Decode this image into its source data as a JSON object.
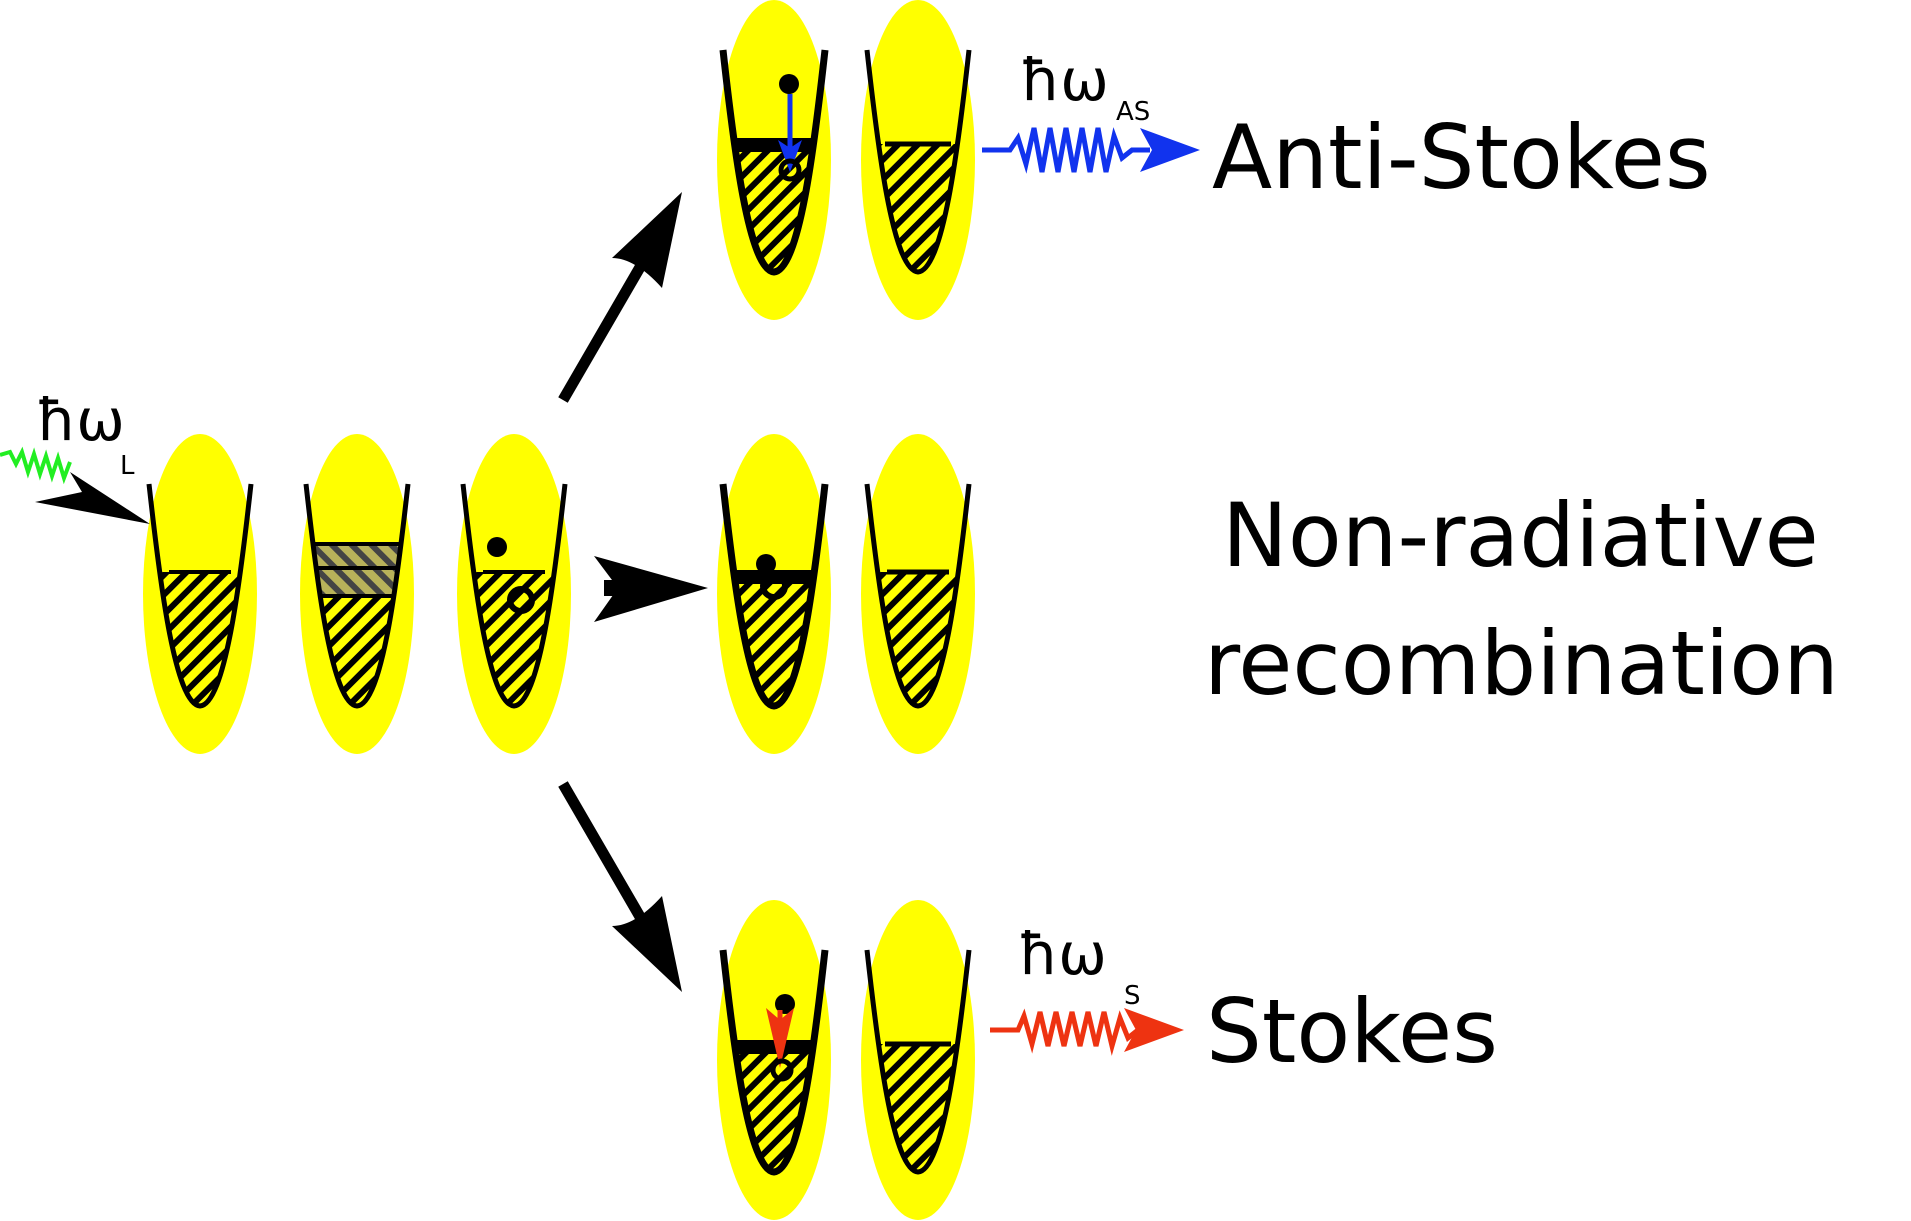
{
  "labels": {
    "anti_stokes": "Anti-Stokes",
    "non_radiative_line1": "Non-radiative",
    "non_radiative_line2": "recombination",
    "stokes": "Stokes",
    "hbar_omega": "ħω",
    "sub_laser": "L",
    "sub_anti_stokes": "AS",
    "sub_stokes": "S"
  },
  "colors": {
    "dot_fill": "#ffff00",
    "laser_photon": "#22ee22",
    "anti_stokes_photon": "#1133ee",
    "stokes_photon": "#ee3311",
    "outline": "#000000"
  }
}
